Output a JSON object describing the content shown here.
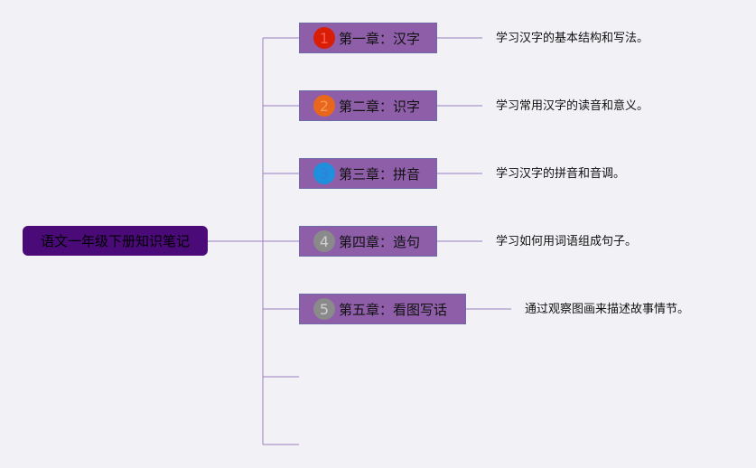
{
  "root": {
    "label": "语文一年级下册知识笔记"
  },
  "chapters": [
    {
      "number": "1",
      "title": "第一章：汉字",
      "badge_color": "#d81e06",
      "badge_text_color": "#ff5a4a",
      "description": "学习汉字的基本结构和写法。"
    },
    {
      "number": "2",
      "title": "第二章：识字",
      "badge_color": "#e8671c",
      "badge_text_color": "#f59a55",
      "description": "学习常用汉字的读音和意义。"
    },
    {
      "number": "3",
      "title": "第三章：拼音",
      "badge_color": "#1e90dd",
      "badge_text_color": "#3a7bd5",
      "description": "学习汉字的拼音和音调。"
    },
    {
      "number": "4",
      "title": "第四章：造句",
      "badge_color": "#8a8a8a",
      "badge_text_color": "#cfcfcf",
      "description": "学习如何用词语组成句子。"
    },
    {
      "number": "5",
      "title": "第五章：看图写话",
      "badge_color": "#8a8a8a",
      "badge_text_color": "#cfcfcf",
      "description": "通过观察图画来描述故事情节。"
    }
  ],
  "colors": {
    "background": "#f2f1f5",
    "root_fill": "#4a0a78",
    "chapter_fill": "#8e5ea8",
    "connector": "#9b7fc0"
  }
}
